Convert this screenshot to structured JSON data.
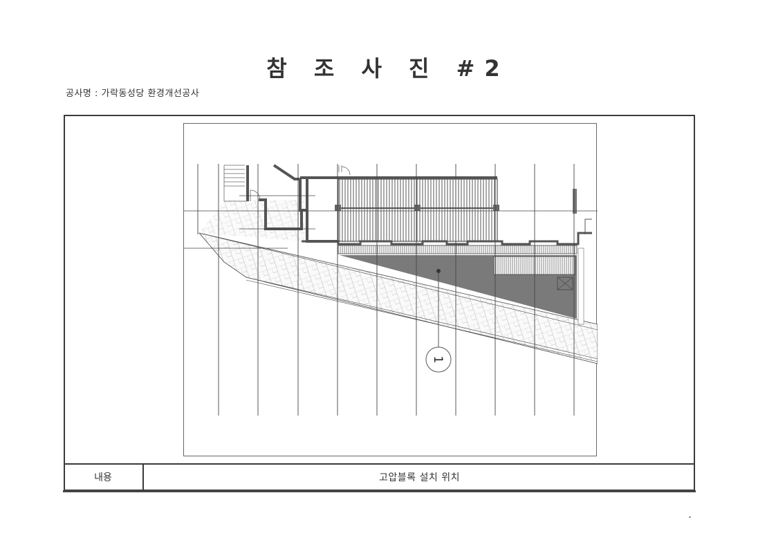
{
  "document": {
    "title": "참 조 사 진 #2",
    "project_label": "공사명 : 가락동성당 환경개선공사"
  },
  "photo": {
    "description": "Site plan drawing showing high-pressure block installation area",
    "callout_marker": "1",
    "colors": {
      "hatched_area": "#7a7a7a",
      "wall": "#555555",
      "paving_line": "#cfcfcf",
      "grid_line": "#444444"
    }
  },
  "info_table": {
    "label": "내용",
    "value": "고압블록 설치 위치"
  }
}
